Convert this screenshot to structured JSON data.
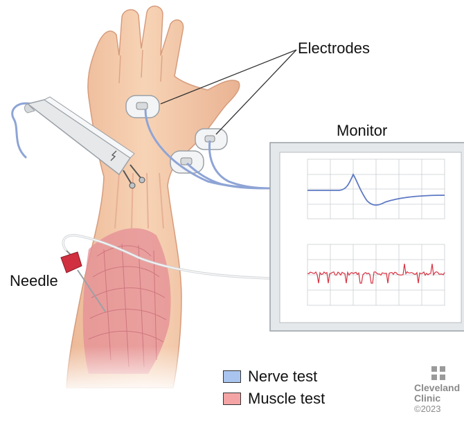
{
  "labels": {
    "electrodes": "Electrodes",
    "monitor": "Monitor",
    "needle": "Needle"
  },
  "legend": [
    {
      "label": "Nerve test",
      "color": "#a9c4ee"
    },
    {
      "label": "Muscle test",
      "color": "#f4a4a4"
    }
  ],
  "logo": {
    "name": "Cleveland Clinic",
    "copyright": "©2023"
  },
  "colors": {
    "skin": "#f4caa8",
    "skin_shadow": "#e2a988",
    "muscle": "#e48d96",
    "nerve_trace": "#5d79c4",
    "muscle_trace": "#d83040",
    "wire": "#8ea4d6",
    "monitor_frame": "#dfe3e6"
  },
  "icons": [
    "cleveland-clinic-logo-icon"
  ]
}
